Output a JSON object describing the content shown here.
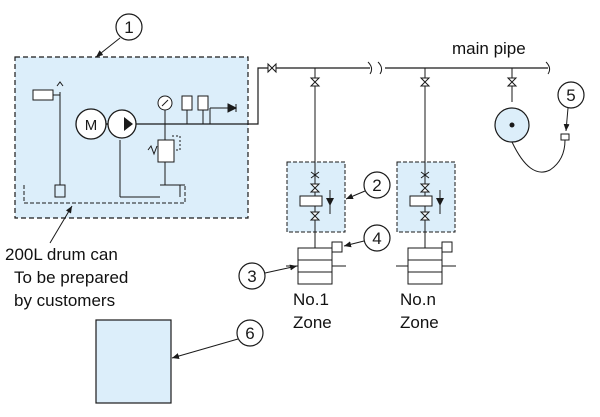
{
  "labels": {
    "main_pipe": "main pipe",
    "drum_line1": "200L drum can",
    "drum_line2": "To be prepared",
    "drum_line3": "by customers",
    "zone1_line1": "No.1",
    "zone1_line2": "Zone",
    "zonen_line1": "No.n",
    "zonen_line2": "Zone",
    "motor_letter": "M"
  },
  "callouts": [
    "1",
    "2",
    "3",
    "4",
    "5",
    "6"
  ],
  "colors": {
    "fill_blue": "#dceefa",
    "line": "#1a1a1a"
  }
}
